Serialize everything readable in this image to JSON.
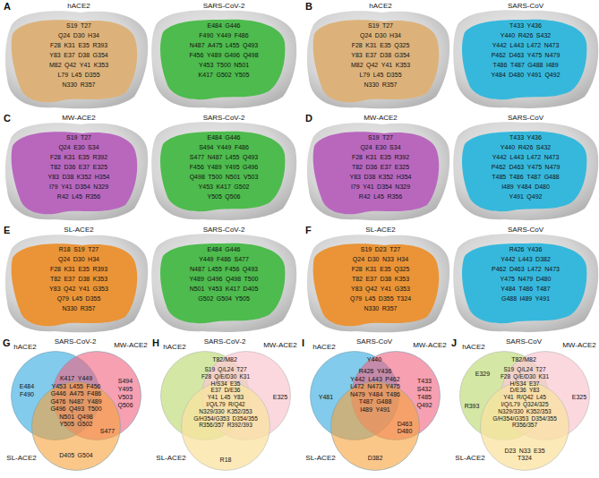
{
  "diagram": {
    "nodes": [
      {
        "text": [
          "hACE2"
        ]
      },
      {
        "text": [
          "MW-ACE2"
        ]
      },
      {
        "text": [
          "SL-ACE2"
        ]
      },
      {
        "text": [
          "hACE2"
        ]
      },
      {
        "text": [
          "MW-ACE2"
        ]
      },
      {
        "text": [
          "SL-ACE2"
        ]
      },
      {
        "text": [
          "hACE2"
        ]
      },
      {
        "text": [
          "MW-ACE2"
        ]
      },
      {
        "text": [
          "SL-ACE2"
        ]
      },
      {
        "text": [
          "hACE2"
        ]
      },
      {
        "text": [
          "MW-ACE2"
        ]
      },
      {
        "text": [
          "SL-ACE2"
        ]
      }
    ],
    "labels": [
      "A",
      "hACE2",
      "SARS-CoV-2",
      "S19",
      "T27",
      "Q24",
      "D30",
      "H34",
      "F28",
      "K31",
      "E35",
      "R393",
      "Y83",
      "E37",
      "D38",
      "G354",
      "M82",
      "Q42",
      "Y41",
      "K353",
      "L79",
      "L45",
      "D355",
      "N330",
      "R357",
      "E484",
      "G446",
      "F490",
      "Y449",
      "F486",
      "N487",
      "A475",
      "L455",
      "Q493",
      "F456",
      "Y489",
      "G496",
      "Q498",
      "Y453",
      "T500",
      "N501",
      "K417",
      "G502",
      "Y505",
      "B",
      "hACE2",
      "SARS-CoV",
      "S19",
      "T27",
      "Q24",
      "D30",
      "H34",
      "F28",
      "K31",
      "E35",
      "Q325",
      "Y83",
      "E37",
      "D38",
      "G354",
      "M82",
      "Q42",
      "Y41",
      "K353",
      "L79",
      "L45",
      "D355",
      "N330",
      "R357",
      "T433",
      "Y436",
      "Y440",
      "R426",
      "S432",
      "Y442",
      "L443",
      "L472",
      "N473",
      "P462",
      "D463",
      "Y475",
      "N479",
      "T486",
      "T487",
      "G488",
      "I489",
      "Y484",
      "D480",
      "Y491",
      "Q492",
      "C",
      "MW-ACE2",
      "SARS-CoV-2",
      "S19",
      "T27",
      "Q24",
      "E30",
      "S34",
      "F28",
      "K31",
      "E35",
      "R392",
      "T82",
      "D36",
      "E37",
      "E325",
      "Y83",
      "D38",
      "K352",
      "H354",
      "I79",
      "Y41",
      "D354",
      "N329",
      "R42",
      "L45",
      "R356",
      "E484",
      "G446",
      "S494",
      "Y449",
      "F486",
      "S477",
      "N487",
      "L455",
      "Q493",
      "F456",
      "Y489",
      "Y495",
      "G496",
      "Q498",
      "T500",
      "N501",
      "V503",
      "Y453",
      "K417",
      "G502",
      "Y505",
      "Q506",
      "D",
      "MW-ACE2",
      "SARS-CoV",
      "S19",
      "T27",
      "Q24",
      "E30",
      "S34",
      "F28",
      "K31",
      "E35",
      "R392",
      "T82",
      "D36",
      "E37",
      "E325",
      "Y83",
      "D38",
      "K352",
      "H354",
      "I79",
      "Y41",
      "D354",
      "N329",
      "R42",
      "L45",
      "R356",
      "T433",
      "Y436",
      "Y440",
      "R426",
      "S432",
      "Y442",
      "L443",
      "L472",
      "N473",
      "P462",
      "D463",
      "Y475",
      "N479",
      "T485",
      "T486",
      "T487",
      "G488",
      "I489",
      "Y484",
      "D480",
      "Y491",
      "Q492",
      "E",
      "SL-ACE2",
      "SARS-CoV-2",
      "R18",
      "S19",
      "T27",
      "Q24",
      "D30",
      "H34",
      "F28",
      "K31",
      "E35",
      "R393",
      "T82",
      "E37",
      "D38",
      "K353",
      "Y83",
      "Q42",
      "Y41",
      "G353",
      "Q79",
      "L45",
      "D355",
      "N330",
      "R357",
      "E484",
      "G446",
      "Y449",
      "F486",
      "S477",
      "N487",
      "L455",
      "F456",
      "Q493",
      "Y489",
      "G496",
      "Q498",
      "T500",
      "N501",
      "Y453",
      "K417",
      "D405",
      "G502",
      "G504",
      "Y505",
      "F",
      "SL-ACE2",
      "SARS-CoV",
      "S19",
      "D23",
      "T27",
      "Q24",
      "D30",
      "N33",
      "H34",
      "F28",
      "K31",
      "E35",
      "Q325",
      "T82",
      "E37",
      "D38",
      "K353",
      "Y83",
      "Q42",
      "Y41",
      "G353",
      "Q79",
      "L45",
      "D355",
      "T324",
      "N330",
      "R357",
      "R426",
      "Y436",
      "Y442",
      "L443",
      "D382",
      "P462",
      "D463",
      "L472",
      "N473",
      "Y475",
      "N479",
      "D480",
      "Y484",
      "T486",
      "T487",
      "G488",
      "I489",
      "Y491",
      "G",
      "SARS-CoV-2",
      "E484",
      "F490",
      "S494",
      "Y495",
      "V503",
      "Q506",
      "D405",
      "G504",
      "S477",
      "K417",
      "Y449",
      "Y453",
      "L455",
      "F456",
      "G446",
      "A475",
      "F486",
      "G476",
      "N487",
      "Y489",
      "G496",
      "Q493",
      "T500",
      "N501",
      "Q498",
      "Y505",
      "G502",
      "H",
      "SARS-CoV-2",
      "T82/M82",
      "E325",
      "R18",
      "S19",
      "Q/L24",
      "T27",
      "F28",
      "Q/E/D30",
      "K31",
      "H/S34",
      "E35",
      "E37",
      "D/E36",
      "Y41",
      "L45",
      "Y83",
      "I/Q/L79",
      "R/Q42",
      "N329/330",
      "K352/353",
      "G/H354/G353",
      "D354/355",
      "R356/357",
      "R392/393",
      "I",
      "SARS-CoV",
      "Y481",
      "T433",
      "S432",
      "T485",
      "Q492",
      "D382",
      "Y440",
      "D463",
      "D480",
      "R426",
      "Y436",
      "Y442",
      "L443",
      "P462",
      "L472",
      "N473",
      "Y475",
      "N479",
      "Y484",
      "T486",
      "T487",
      "G488",
      "I489",
      "Y491",
      "J",
      "SARS-CoV",
      "E329",
      "R393",
      "E325",
      "T82/M82",
      "D23",
      "N33",
      "E35",
      "T324",
      "S19",
      "Q/L24",
      "T27",
      "F28",
      "Q/E/D30",
      "K31",
      "H/S34",
      "E37",
      "D/E36",
      "Y83",
      "Y41",
      "R/Q42",
      "L45",
      "I/Q/L79",
      "Q324/325",
      "N329/330",
      "K352/353",
      "G/H354/G353",
      "D354/355",
      "R356/357"
    ]
  }
}
